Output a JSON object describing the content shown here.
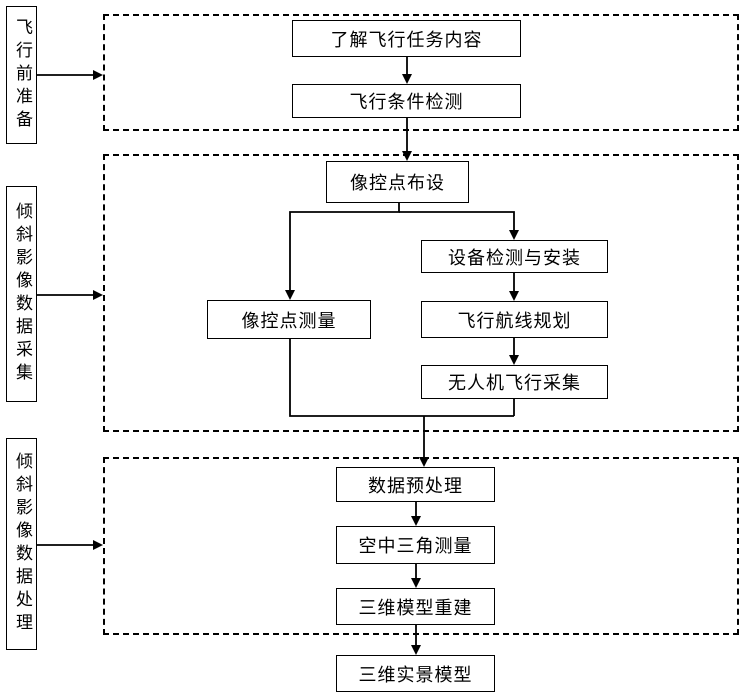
{
  "sections": [
    {
      "label": "飞行前准备"
    },
    {
      "label": "倾斜影像数据采集"
    },
    {
      "label": "倾斜影像数据处理"
    }
  ],
  "steps": {
    "understand_task": "了解飞行任务内容",
    "condition_check": "飞行条件检测",
    "control_point_layout": "像控点布设",
    "device_install": "设备检测与安装",
    "control_point_measure": "像控点测量",
    "route_plan": "飞行航线规划",
    "uav_collect": "无人机飞行采集",
    "preprocess": "数据预处理",
    "aerotriangulation": "空中三角测量",
    "model_rebuild": "三维模型重建",
    "final_model": "三维实景模型"
  }
}
